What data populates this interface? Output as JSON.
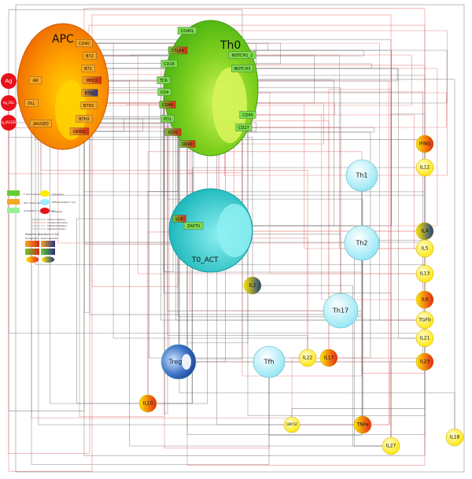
{
  "apc": {
    "label": "APC",
    "fill": "#f07a10"
  },
  "th0": {
    "label": "Th0",
    "fill": "#5ec21a"
  },
  "t0act": {
    "label": "T0_ACT",
    "fill": "#2ec4c6"
  },
  "antigens": [
    {
      "id": "ag",
      "label": "Ag"
    },
    {
      "id": "ag-dll",
      "label": "Ag_DLL"
    },
    {
      "id": "ag-jagged",
      "label": "Ag_JAGGED"
    }
  ],
  "apc_molecules": [
    {
      "id": "ar",
      "label": "AR"
    },
    {
      "id": "dll",
      "label": "DLL"
    },
    {
      "id": "jagged",
      "label": "JAGGED"
    },
    {
      "id": "cd40",
      "label": "CD40"
    },
    {
      "id": "b72",
      "label": "B72"
    },
    {
      "id": "b71",
      "label": "B71"
    },
    {
      "id": "mhcii",
      "label": "MHCII"
    },
    {
      "id": "btn",
      "label": "BTNL"
    },
    {
      "id": "b7dc",
      "label": "B7DC"
    },
    {
      "id": "b7h2",
      "label": "B7H2"
    },
    {
      "id": "ox40l",
      "label": "OX40L"
    }
  ],
  "th0_molecules": [
    {
      "id": "cd40l",
      "label": "CD40L"
    },
    {
      "id": "ctla4",
      "label": "CTLA4"
    },
    {
      "id": "cd28",
      "label": "CD28"
    },
    {
      "id": "tcr",
      "label": "TCR"
    },
    {
      "id": "cd4",
      "label": "CD4"
    },
    {
      "id": "cd44",
      "label": "CD44"
    },
    {
      "id": "pd1",
      "label": "PD1"
    },
    {
      "id": "icos",
      "label": "ICOS"
    },
    {
      "id": "ox40",
      "label": "OX40"
    },
    {
      "id": "notch12",
      "label": "NOTCH1_2"
    },
    {
      "id": "notch3",
      "label": "NOTCH3"
    },
    {
      "id": "cd45",
      "label": "CD45"
    },
    {
      "id": "cd27",
      "label": "CD27"
    }
  ],
  "t0act_molecules": [
    {
      "id": "lck",
      "label": "LCK"
    },
    {
      "id": "zap70",
      "label": "ZAP70"
    }
  ],
  "cells": [
    {
      "id": "th1",
      "label": "Th1"
    },
    {
      "id": "th2",
      "label": "Th2"
    },
    {
      "id": "th17",
      "label": "Th17"
    },
    {
      "id": "tfh",
      "label": "Tfh"
    },
    {
      "id": "treg",
      "label": "Treg"
    }
  ],
  "cytokines": [
    {
      "id": "ifng",
      "label": "IFNG"
    },
    {
      "id": "il12",
      "label": "IL12"
    },
    {
      "id": "il4",
      "label": "IL4"
    },
    {
      "id": "il5",
      "label": "IL5"
    },
    {
      "id": "il13",
      "label": "IL13"
    },
    {
      "id": "il6",
      "label": "IL6"
    },
    {
      "id": "tgfb",
      "label": "TGFb"
    },
    {
      "id": "il21",
      "label": "IL21"
    },
    {
      "id": "il23",
      "label": "IL23"
    },
    {
      "id": "il2",
      "label": "IL2"
    },
    {
      "id": "il22",
      "label": "IL22"
    },
    {
      "id": "il17",
      "label": "IL17"
    },
    {
      "id": "il10",
      "label": "IL10"
    },
    {
      "id": "gmcsf",
      "label": "GMCSF"
    },
    {
      "id": "tnfa",
      "label": "TNFa"
    },
    {
      "id": "il27",
      "label": "IL27"
    },
    {
      "id": "il18",
      "label": "IL18"
    }
  ],
  "legend": {
    "t_cell_molecules": "T cell molecules",
    "apc_molecules": "APC molecules",
    "activated_t_cell_molecules": "Activated T cell molecules",
    "cytokines": "Cytokines",
    "differentiated_t_cell": "Differentiated T cell",
    "antigens": "Antigens",
    "positive_regulation": "Positive regulation",
    "complex_association": "Complex association",
    "inhibition": "Inhibition/regulation",
    "dephosphorylation": "Dephosphorylation",
    "reported_alterations": "Reported alterations in SLE",
    "upregulation": "Upregulation",
    "downregulation": "Downregulation"
  },
  "colors": {
    "apc_molecule": "#f5a623",
    "t_cell_molecule": "#66cc33",
    "activated_molecule": "#99ee99",
    "cytokine": "#ffee00",
    "differentiated_cell": "#9eeeff",
    "antigen": "#e8121a",
    "edge_gray": "#666666",
    "edge_red": "#e06060"
  }
}
